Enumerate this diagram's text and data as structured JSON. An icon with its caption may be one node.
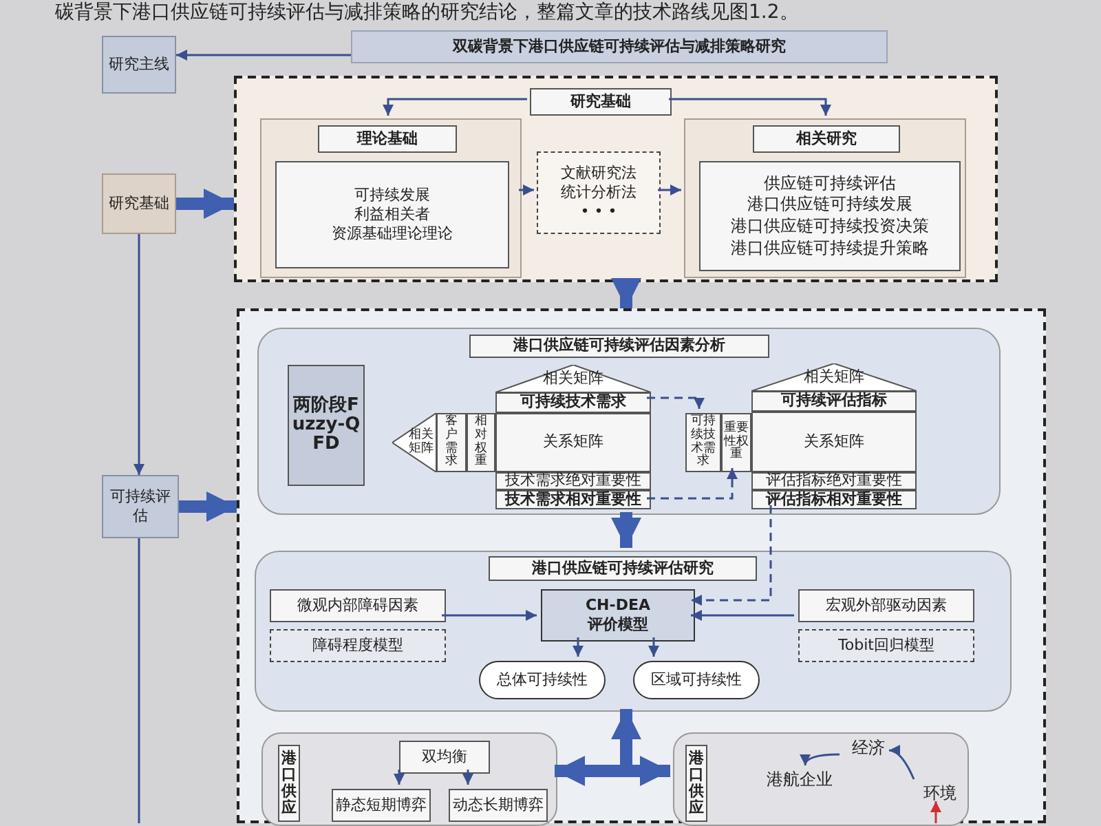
{
  "diagram": {
    "nodes": [
      {
        "text": [
          "研究主线"
        ]
      },
      {
        "text": [
          "双碳背景下港口供应链可持续评估与减排策略研究"
        ]
      },
      {
        "text": [
          "研究基础"
        ]
      },
      {
        "text": [
          "可持续评估"
        ]
      },
      {
        "text": [],
        "shape": "box"
      },
      {
        "text": [
          "研究基础"
        ],
        "in": 4
      },
      {
        "text": [],
        "shape": "box",
        "in": 4
      },
      {
        "text": [
          "理论基础"
        ],
        "in": 6
      },
      {
        "text": [
          "可持续发展",
          "利益相关者",
          "资源基础理论理论"
        ],
        "in": 6
      },
      {
        "text": [
          "文献研究法",
          "统计分析法",
          "• • •"
        ],
        "in": 4
      },
      {
        "text": [],
        "shape": "box",
        "in": 4
      },
      {
        "text": [
          "相关研究"
        ],
        "in": 10
      },
      {
        "text": [
          "供应链可持续评估",
          "港口供应链可持续发展",
          "港口供应链可持续投资决策",
          "港口供应链可持续提升策略"
        ],
        "in": 10
      },
      {
        "text": [],
        "shape": "box"
      },
      {
        "text": [],
        "shape": "box",
        "in": 13
      },
      {
        "text": [
          "港口供应链可持续评估因素分析"
        ],
        "in": 14
      },
      {
        "text": [
          "两阶段Fuzzy-QFD"
        ],
        "in": 14
      },
      {
        "text": [
          "相关矩阵"
        ],
        "in": 14
      },
      {
        "text": [
          "可持续技术需求"
        ],
        "in": 14
      },
      {
        "text": [
          "关系矩阵"
        ],
        "in": 14
      },
      {
        "text": [
          "技术需求绝对重要性"
        ],
        "in": 14
      },
      {
        "text": [
          "技术需求相对重要性"
        ],
        "in": 14
      },
      {
        "text": [
          "相关矩阵"
        ],
        "in": 14
      },
      {
        "text": [
          "客户需求"
        ],
        "in": 14
      },
      {
        "text": [
          "相对权重"
        ],
        "in": 14
      },
      {
        "text": [
          "相关矩阵"
        ],
        "in": 14
      },
      {
        "text": [
          "可持续评估指标"
        ],
        "in": 14
      },
      {
        "text": [
          "关系矩阵"
        ],
        "in": 14
      },
      {
        "text": [
          "评估指标绝对重要性"
        ],
        "in": 14
      },
      {
        "text": [
          "评估指标相对重要性"
        ],
        "in": 14
      },
      {
        "text": [
          "可持续技术需求"
        ],
        "in": 14
      },
      {
        "text": [
          "重要性权重"
        ],
        "in": 14
      },
      {
        "text": [],
        "shape": "box",
        "in": 13
      },
      {
        "text": [
          "港口供应链可持续评估研究"
        ],
        "in": 32
      },
      {
        "text": [
          "微观内部障碍因素"
        ],
        "in": 32
      },
      {
        "text": [
          "障碍程度模型"
        ],
        "in": 32
      },
      {
        "text": [
          "CH-DEA",
          "评价模型"
        ],
        "in": 32
      },
      {
        "text": [
          "宏观外部驱动因素"
        ],
        "in": 32
      },
      {
        "text": [
          "Tobit回归模型"
        ],
        "in": 32
      },
      {
        "text": [
          "总体可持续性"
        ],
        "in": 32
      },
      {
        "text": [
          "区域可持续性"
        ],
        "in": 32
      },
      {
        "text": [],
        "shape": "box",
        "in": 13
      },
      {
        "text": [
          "港口供应"
        ],
        "in": 41
      },
      {
        "text": [
          "双均衡"
        ],
        "in": 41
      },
      {
        "text": [
          "静态短期博弈"
        ],
        "in": 41
      },
      {
        "text": [
          "动态长期博弈"
        ],
        "in": 41
      },
      {
        "text": [],
        "shape": "box",
        "in": 13
      },
      {
        "text": [
          "港口供应"
        ],
        "in": 46
      },
      {
        "text": [
          "经济"
        ],
        "in": 46
      },
      {
        "text": [
          "港航企业"
        ],
        "in": 46
      },
      {
        "text": [
          "环境"
        ],
        "in": 46
      }
    ],
    "edges": [
      {
        "from": 1,
        "to": 0,
        "arrow": "to"
      },
      {
        "from": 2,
        "to": 3,
        "arrow": "to"
      },
      {
        "from": 3,
        "to": null,
        "arrow": "none"
      },
      {
        "from": 2,
        "to": 4,
        "arrow": "to",
        "style": "thick"
      },
      {
        "from": 3,
        "to": 13,
        "arrow": "to",
        "style": "thick"
      },
      {
        "from": 5,
        "to": 6,
        "arrow": "to"
      },
      {
        "from": 5,
        "to": 10,
        "arrow": "to"
      },
      {
        "from": 6,
        "to": 9,
        "arrow": "to"
      },
      {
        "from": 9,
        "to": 10,
        "arrow": "to"
      },
      {
        "from": 4,
        "to": 13,
        "arrow": "to",
        "style": "thick"
      },
      {
        "from": 18,
        "to": 30,
        "arrow": "to",
        "style": "dashed"
      },
      {
        "from": 21,
        "to": 31,
        "arrow": "to",
        "style": "dashed"
      },
      {
        "from": 14,
        "to": 32,
        "arrow": "to",
        "style": "thick"
      },
      {
        "from": 29,
        "to": 36,
        "arrow": "to",
        "style": "dashed"
      },
      {
        "from": 34,
        "to": 36,
        "arrow": "to"
      },
      {
        "from": 37,
        "to": 36,
        "arrow": "to"
      },
      {
        "from": 36,
        "to": 39,
        "arrow": "to"
      },
      {
        "from": 36,
        "to": 40,
        "arrow": "to"
      },
      {
        "from": 32,
        "to": 41,
        "arrow": "both",
        "style": "thick"
      },
      {
        "from": 32,
        "to": 46,
        "arrow": "to",
        "style": "thick"
      },
      {
        "from": 43,
        "to": 44,
        "arrow": "to"
      },
      {
        "from": 43,
        "to": 45,
        "arrow": "to"
      },
      {
        "from": 50,
        "to": 48,
        "arrow": "to"
      },
      {
        "from": 48,
        "to": 49,
        "arrow": "to"
      },
      {
        "from": null,
        "to": 50,
        "arrow": "to",
        "color": "#d03030"
      }
    ],
    "labels": [
      "碳背景下港口供应链可持续评估与减排策略的研究结论，整篇文章的技术路线见图1.2。"
    ]
  }
}
